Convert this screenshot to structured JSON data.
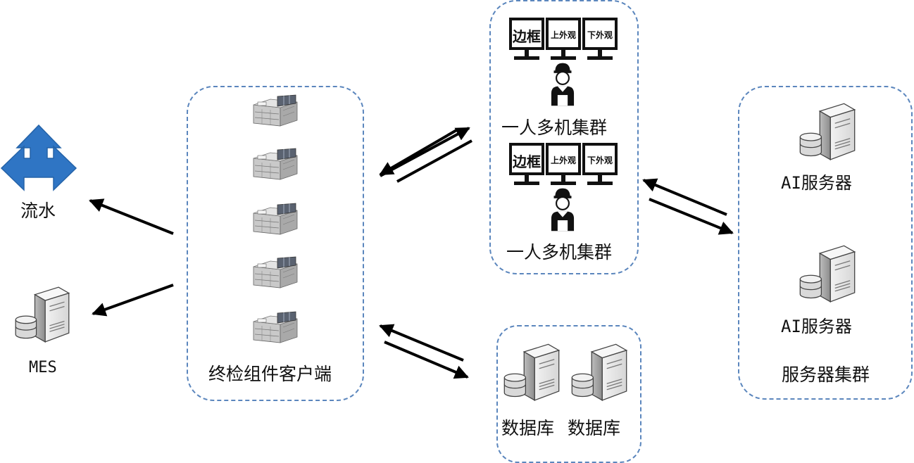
{
  "labels": {
    "flow": "流水",
    "mes": "MES",
    "client": "终检组件客户端",
    "cluster_top": "一人多机集群",
    "cluster_bottom": "一人多机集群",
    "db_1": "数据库",
    "db_2": "数据库",
    "ai_1": "AI服务器",
    "ai_2": "AI服务器",
    "server_cluster": "服务器集群"
  },
  "monitors": {
    "left": "边框",
    "mid": "上外观",
    "right": "下外观"
  },
  "colors": {
    "group_border": "#5b86bd",
    "flow_icon": "#2f75c4",
    "arrow": "#000000",
    "server_body": "#e6e6e6"
  }
}
